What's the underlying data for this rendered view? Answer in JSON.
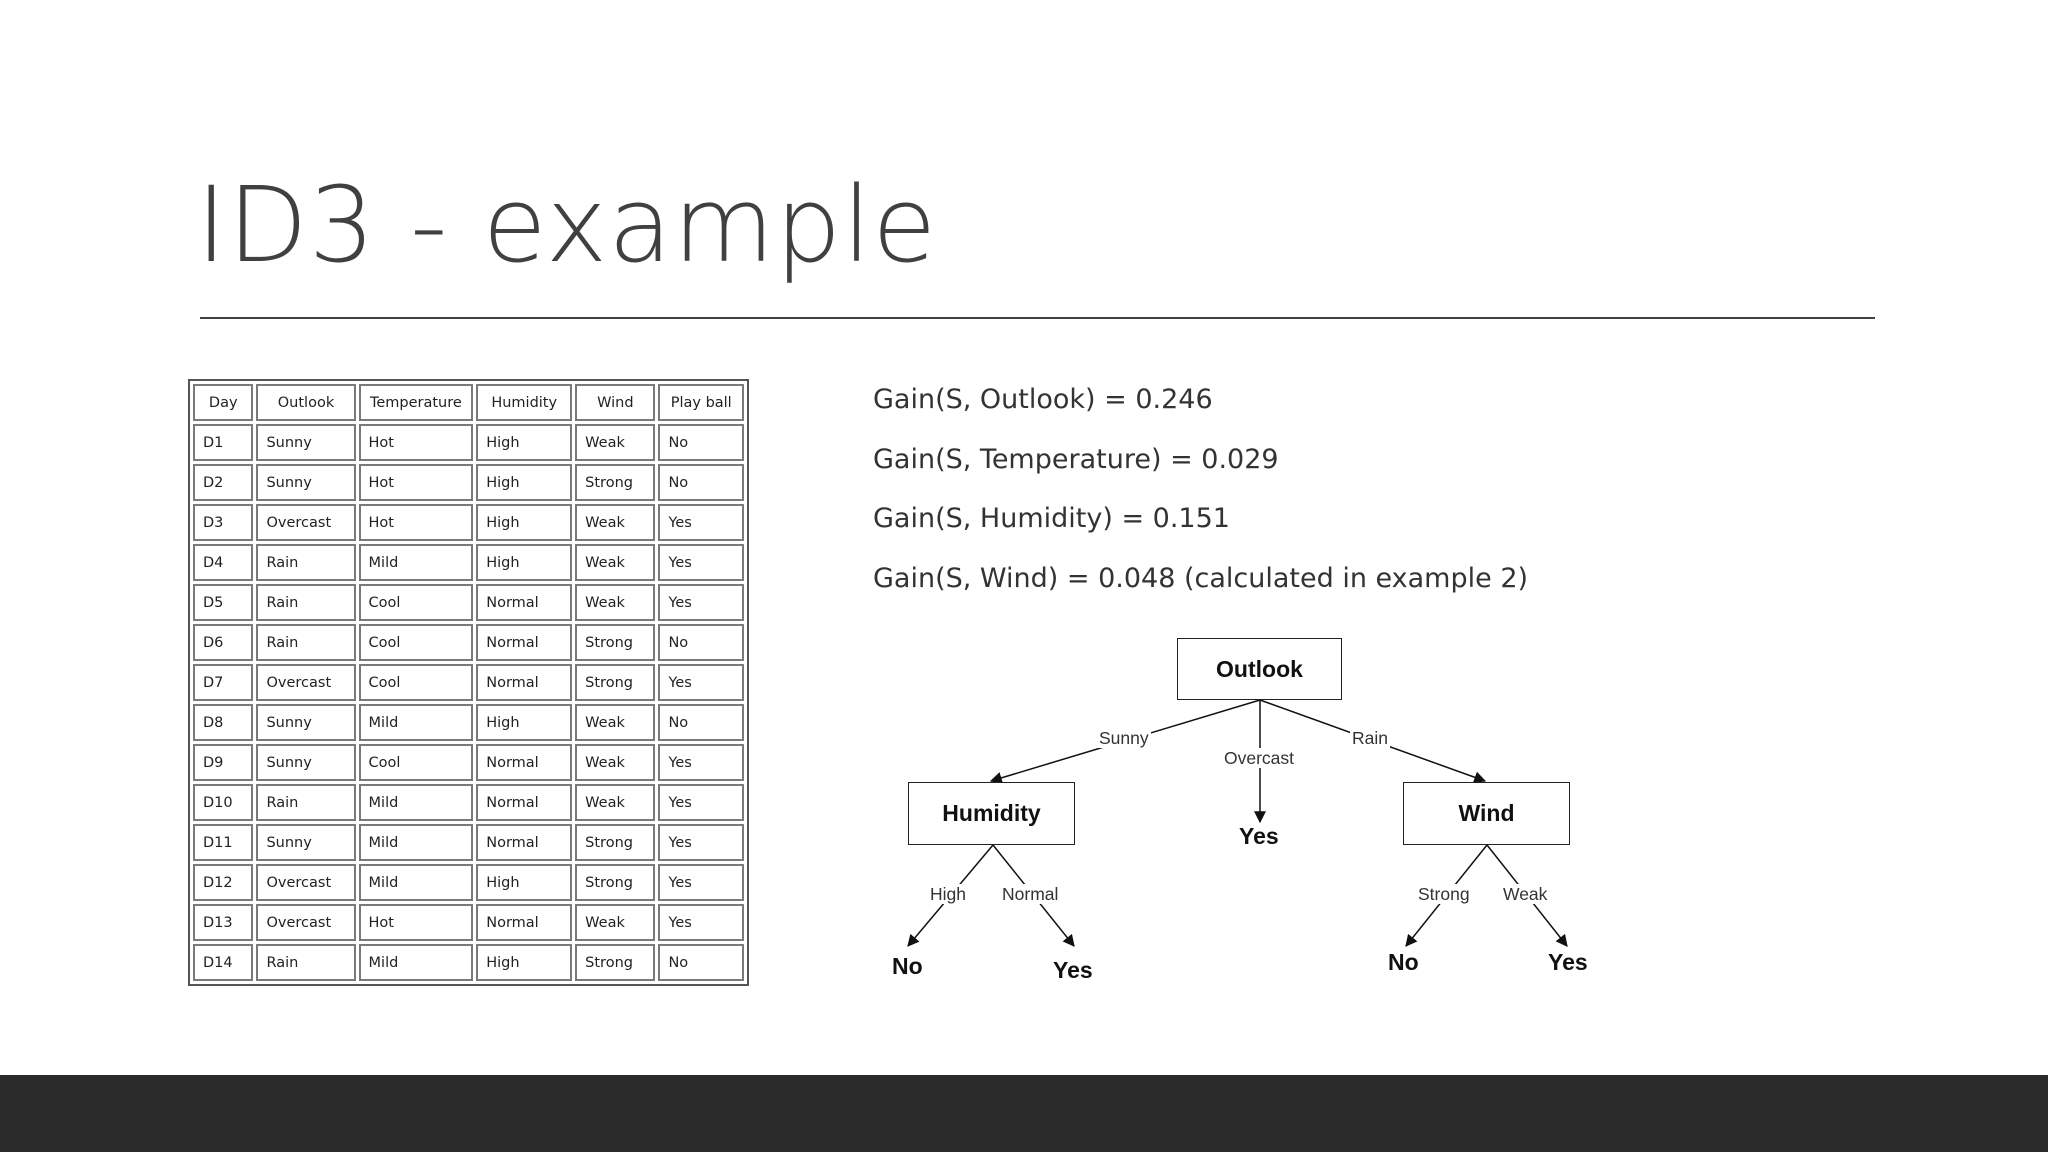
{
  "slide": {
    "title": "ID3 - example"
  },
  "table": {
    "headers": [
      "Day",
      "Outlook",
      "Temperature",
      "Humidity",
      "Wind",
      "Play ball"
    ],
    "rows": [
      [
        "D1",
        "Sunny",
        "Hot",
        "High",
        "Weak",
        "No"
      ],
      [
        "D2",
        "Sunny",
        "Hot",
        "High",
        "Strong",
        "No"
      ],
      [
        "D3",
        "Overcast",
        "Hot",
        "High",
        "Weak",
        "Yes"
      ],
      [
        "D4",
        "Rain",
        "Mild",
        "High",
        "Weak",
        "Yes"
      ],
      [
        "D5",
        "Rain",
        "Cool",
        "Normal",
        "Weak",
        "Yes"
      ],
      [
        "D6",
        "Rain",
        "Cool",
        "Normal",
        "Strong",
        "No"
      ],
      [
        "D7",
        "Overcast",
        "Cool",
        "Normal",
        "Strong",
        "Yes"
      ],
      [
        "D8",
        "Sunny",
        "Mild",
        "High",
        "Weak",
        "No"
      ],
      [
        "D9",
        "Sunny",
        "Cool",
        "Normal",
        "Weak",
        "Yes"
      ],
      [
        "D10",
        "Rain",
        "Mild",
        "Normal",
        "Weak",
        "Yes"
      ],
      [
        "D11",
        "Sunny",
        "Mild",
        "Normal",
        "Strong",
        "Yes"
      ],
      [
        "D12",
        "Overcast",
        "Mild",
        "High",
        "Strong",
        "Yes"
      ],
      [
        "D13",
        "Overcast",
        "Hot",
        "Normal",
        "Weak",
        "Yes"
      ],
      [
        "D14",
        "Rain",
        "Mild",
        "High",
        "Strong",
        "No"
      ]
    ]
  },
  "gains": [
    "Gain(S, Outlook) = 0.246",
    "Gain(S, Temperature) = 0.029",
    "Gain(S, Humidity) = 0.151",
    "Gain(S, Wind) = 0.048 (calculated in example 2)"
  ],
  "tree": {
    "root": "Outlook",
    "left_node": "Humidity",
    "right_node": "Wind",
    "edges": {
      "sunny": "Sunny",
      "overcast": "Overcast",
      "rain": "Rain",
      "high": "High",
      "normal": "Normal",
      "strong": "Strong",
      "weak": "Weak"
    },
    "leaves": {
      "overcast": "Yes",
      "high": "No",
      "normal": "Yes",
      "strong": "No",
      "weak": "Yes"
    }
  },
  "colors": {
    "footer": "#2b2b2b",
    "title": "#404040",
    "rule": "#404040"
  }
}
